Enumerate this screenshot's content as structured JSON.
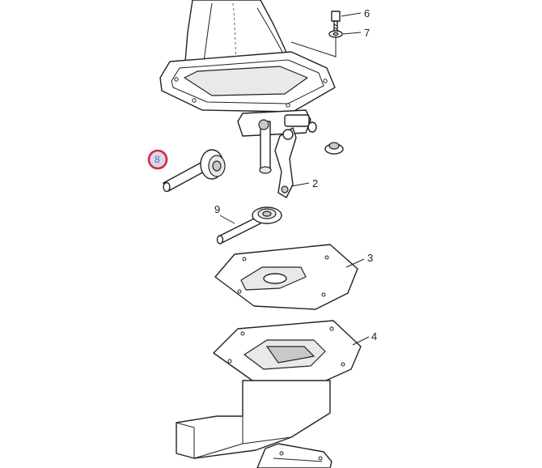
{
  "diagram": {
    "callouts": {
      "part_2": "2",
      "part_3": "3",
      "part_4": "4",
      "part_6": "6",
      "part_7": "7",
      "part_8": "8",
      "part_9": "9"
    },
    "highlighted_part": "8",
    "colors": {
      "highlight_ring": "#d4283c",
      "highlight_fill": "#d7d7f0",
      "line": "#222222"
    }
  }
}
